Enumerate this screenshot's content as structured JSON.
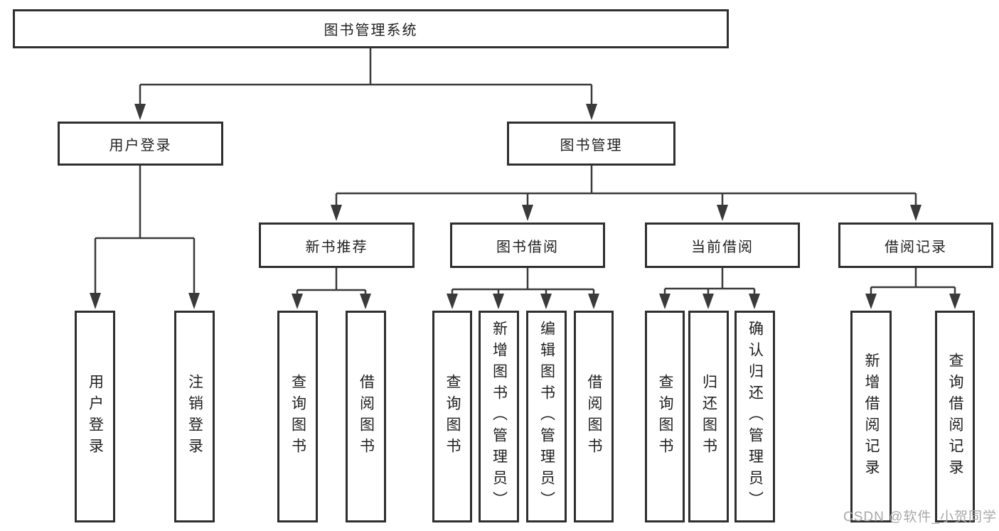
{
  "diagram": {
    "nodes": {
      "root": "图书管理系统",
      "user_login": "用户登录",
      "book_mgmt": "图书管理",
      "new_book_rec": "新书推荐",
      "book_borrow": "图书借阅",
      "current_borrow": "当前借阅",
      "borrow_record": "借阅记录",
      "leaf_user_login": "用户登录",
      "leaf_logout": "注销登录",
      "rec_query_book": "查询图书",
      "rec_borrow_book": "借阅图书",
      "bb_query_book": "查询图书",
      "bb_add_book": "新增图书（管理员）",
      "bb_edit_book": "编辑图书（管理员）",
      "bb_borrow_book": "借阅图书",
      "cb_query_book": "查询图书",
      "cb_return_book": "归还图书",
      "cb_confirm_return": "确认归还（管理员）",
      "br_add_record": "新增借阅记录",
      "br_query_record": "查询借阅记录"
    },
    "hierarchy": {
      "图书管理系统": {
        "用户登录": [
          "用户登录",
          "注销登录"
        ],
        "图书管理": {
          "新书推荐": [
            "查询图书",
            "借阅图书"
          ],
          "图书借阅": [
            "查询图书",
            "新增图书（管理员）",
            "编辑图书（管理员）",
            "借阅图书"
          ],
          "当前借阅": [
            "查询图书",
            "归还图书",
            "确认归还（管理员）"
          ],
          "借阅记录": [
            "新增借阅记录",
            "查询借阅记录"
          ]
        }
      }
    },
    "colors": {
      "line": "#3a3a3a",
      "box_border": "#2f2f2f",
      "box_fill": "#ffffff",
      "text": "#1f1f1f",
      "background": "#ffffff",
      "watermark_text_color": "#a8a8a8"
    }
  },
  "watermark": {
    "text": "CSDN @软件_小贺同学"
  }
}
